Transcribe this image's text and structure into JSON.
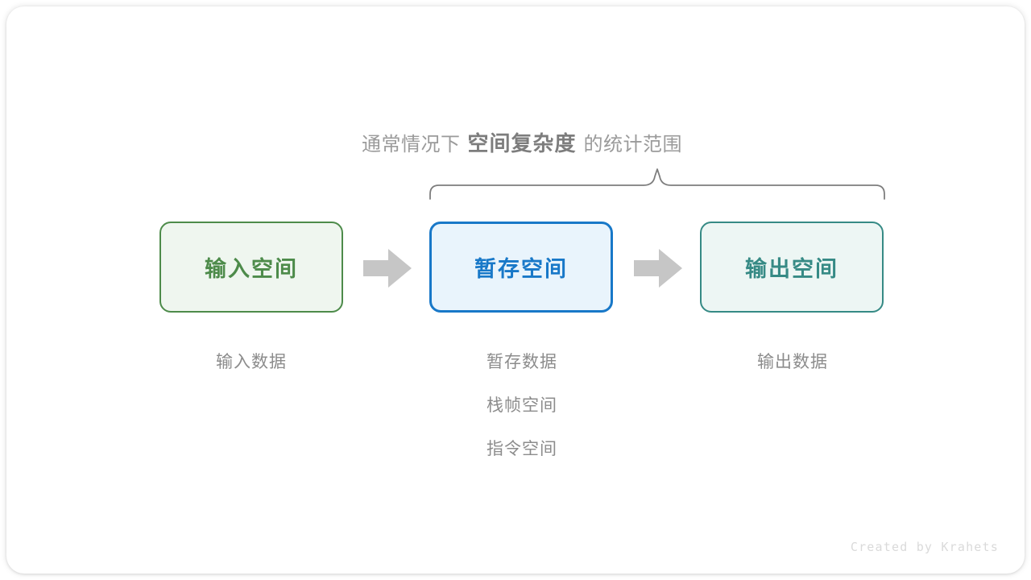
{
  "diagram": {
    "caption": {
      "prefix": "通常情况下",
      "emphasis": "空间复杂度",
      "suffix": "的统计范围"
    },
    "boxes": [
      {
        "label": "输入空间",
        "color": "#4d8b4a",
        "fill": "#eff6ef"
      },
      {
        "label": "暂存空间",
        "color": "#1878c8",
        "fill": "#e9f4fc"
      },
      {
        "label": "输出空间",
        "color": "#368a85",
        "fill": "#edf6f4"
      }
    ],
    "arrows": [
      {
        "name": "arrow-input-to-temp",
        "color": "#c6c6c6"
      },
      {
        "name": "arrow-temp-to-output",
        "color": "#c6c6c6"
      }
    ],
    "captions": {
      "input": [
        "输入数据"
      ],
      "temp": [
        "暂存数据",
        "栈帧空间",
        "指令空间"
      ],
      "output": [
        "输出数据"
      ]
    },
    "brace": {
      "color": "#7d7d7d",
      "span_label": "空间复杂度统计范围"
    },
    "watermark": "Created by Krahets"
  }
}
